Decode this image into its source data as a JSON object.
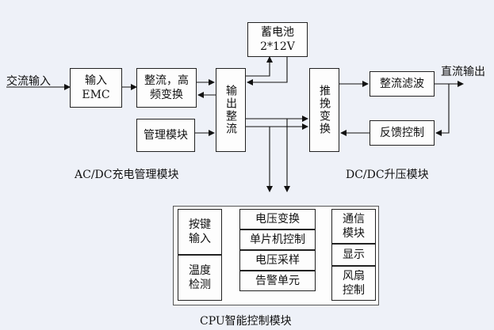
{
  "labels": {
    "ac_input": "交流输入",
    "dc_output": "直流输出",
    "ac_dc_module": "AC/DC充电管理模块",
    "dc_dc_module": "DC/DC升压模块",
    "cpu_module": "CPU智能控制模块"
  },
  "blocks": {
    "emc": [
      "输入",
      "EMC"
    ],
    "rectifier_hf": [
      "整流，高",
      "频变换"
    ],
    "output_rectifier": "输出整流",
    "battery": [
      "蓄电池",
      "2*12V"
    ],
    "management": "管理模块",
    "push_pull": "推挽变换",
    "rect_filter": "整流滤波",
    "feedback": "反馈控制"
  },
  "cpu": {
    "left": [
      [
        "按键",
        "输入"
      ],
      [
        "温度",
        "检测"
      ]
    ],
    "middle": [
      "电压变换",
      "单片机控制",
      "电压采样",
      "告警单元"
    ],
    "right": [
      [
        "通信",
        "模块"
      ],
      [
        "显示"
      ],
      [
        "风扇",
        "控制"
      ]
    ]
  }
}
